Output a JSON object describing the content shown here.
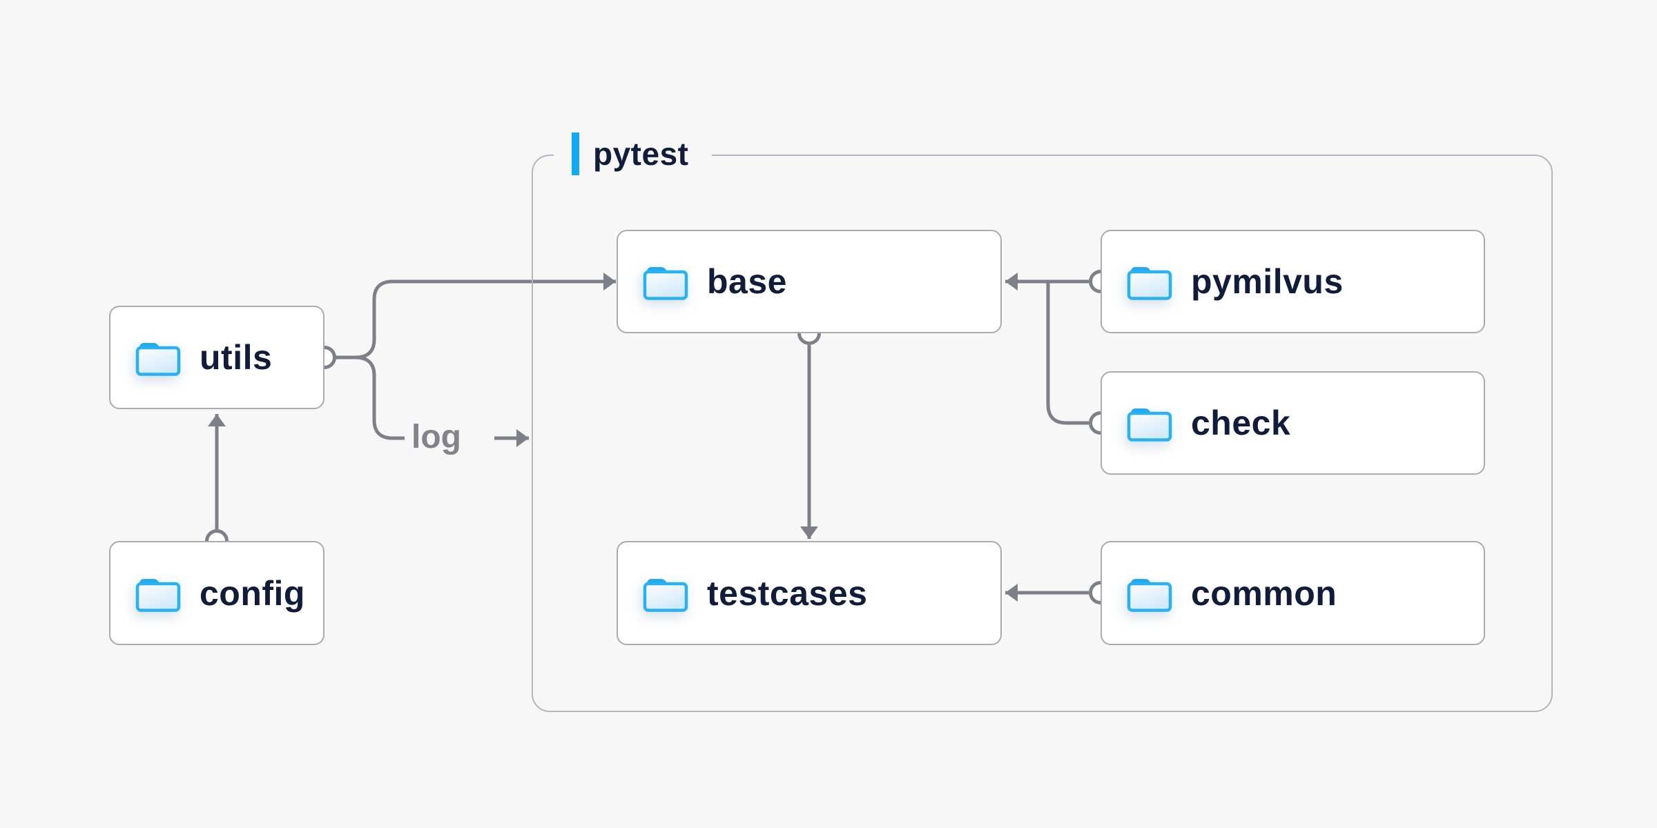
{
  "diagram": {
    "title_group": {
      "label": "pytest",
      "accent_color": "#10abf4"
    },
    "nodes": [
      {
        "id": "utils",
        "label": "utils",
        "icon": "folder-icon",
        "group": null
      },
      {
        "id": "config",
        "label": "config",
        "icon": "folder-icon",
        "group": null
      },
      {
        "id": "base",
        "label": "base",
        "icon": "folder-icon",
        "group": "pytest"
      },
      {
        "id": "testcases",
        "label": "testcases",
        "icon": "folder-icon",
        "group": "pytest"
      },
      {
        "id": "pymilvus",
        "label": "pymilvus",
        "icon": "folder-icon",
        "group": "pytest"
      },
      {
        "id": "check",
        "label": "check",
        "icon": "folder-icon",
        "group": "pytest"
      },
      {
        "id": "common",
        "label": "common",
        "icon": "folder-icon",
        "group": "pytest"
      }
    ],
    "edges": [
      {
        "from": "config",
        "to": "utils",
        "type": "arrow",
        "label": ""
      },
      {
        "from": "utils",
        "to": "base",
        "type": "arrow",
        "label": ""
      },
      {
        "from": "utils",
        "to": "pytest",
        "type": "arrow",
        "label": "log"
      },
      {
        "from": "pymilvus",
        "to": "base",
        "type": "arrow",
        "label": ""
      },
      {
        "from": "check",
        "to": "base",
        "type": "arrow",
        "label": ""
      },
      {
        "from": "base",
        "to": "testcases",
        "type": "arrow",
        "label": ""
      },
      {
        "from": "common",
        "to": "testcases",
        "type": "arrow",
        "label": ""
      }
    ],
    "colors": {
      "background": "#f7f7f8",
      "node_fill": "#ffffff",
      "node_border": "#a9aab4",
      "group_border": "#b4b5c0",
      "connector": "#7d7f89",
      "text_primary": "#111c3b",
      "text_secondary": "#82838d",
      "folder_blue": "#29b2f2",
      "accent_blue": "#10abf4"
    }
  }
}
